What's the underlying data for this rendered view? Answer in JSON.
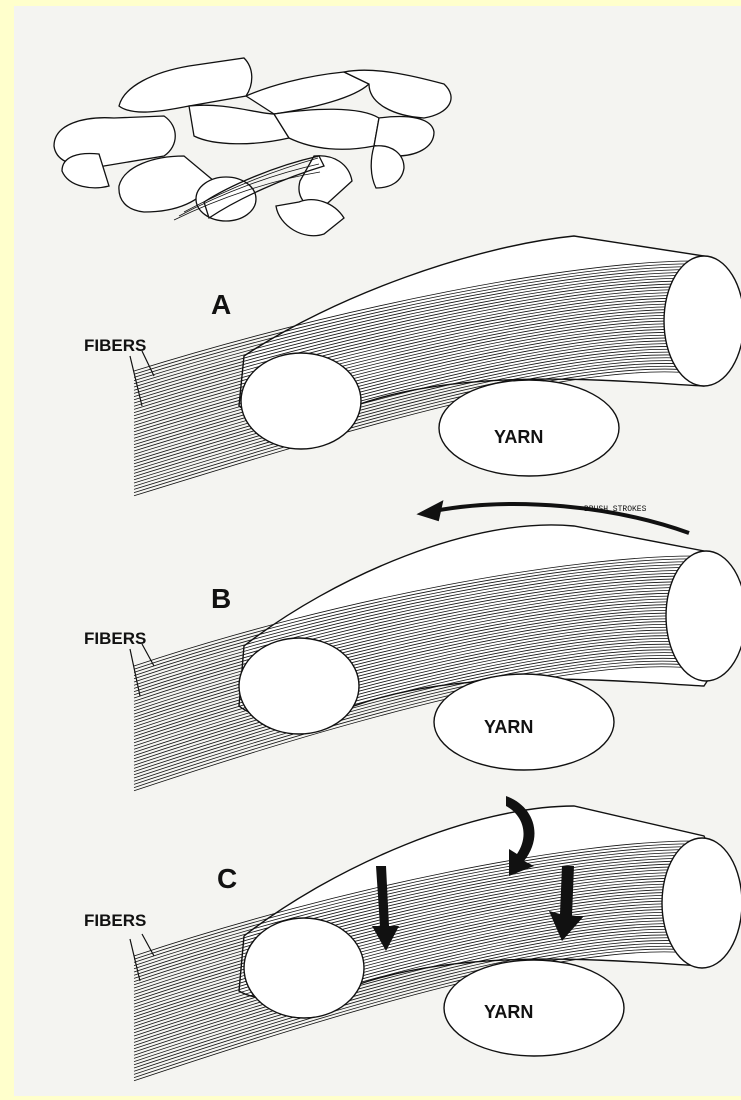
{
  "colors": {
    "frame": "#ffffcc",
    "paper": "#f4f4f1",
    "ink": "#111111"
  },
  "panels": [
    {
      "letter": "A",
      "fibers_label": "FIBERS",
      "yarn_label": "YARN"
    },
    {
      "letter": "B",
      "fibers_label": "FIBERS",
      "yarn_label": "YARN",
      "arrow_label": "BRUSH STROKES"
    },
    {
      "letter": "C",
      "fibers_label": "FIBERS",
      "yarn_label": "YARN"
    }
  ]
}
